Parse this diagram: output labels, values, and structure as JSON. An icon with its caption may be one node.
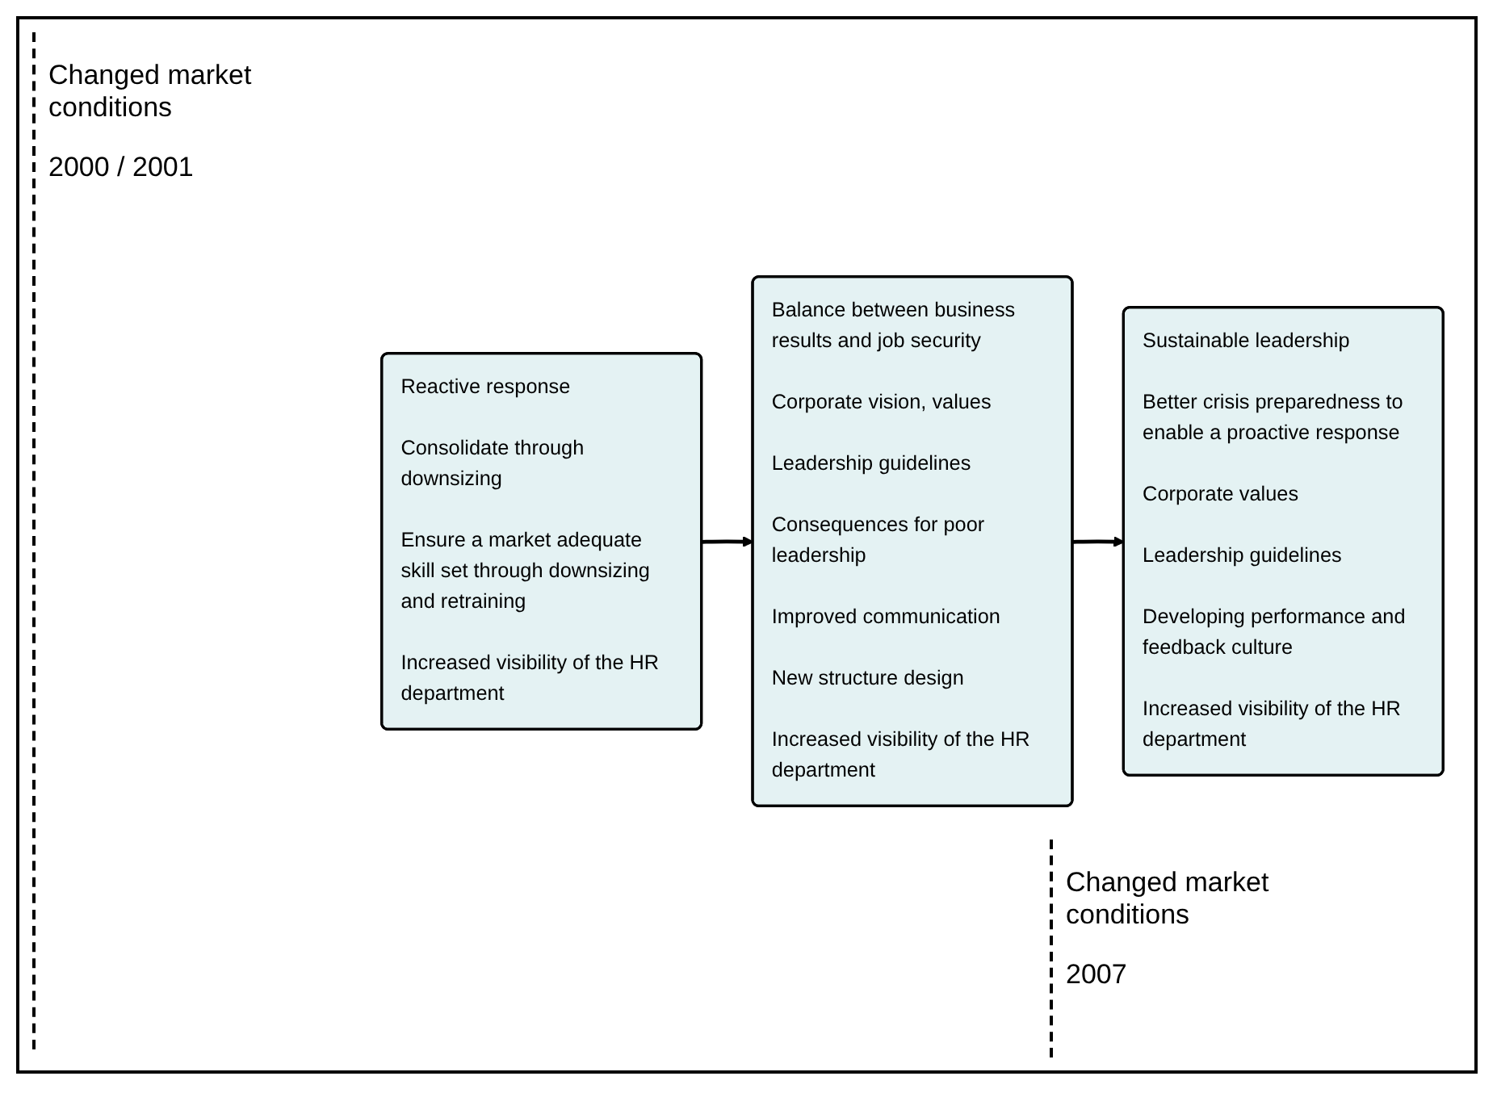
{
  "diagram": {
    "nodes": [
      {
        "text": [
          "Reactive response",
          "Consolidate through downsizing",
          "Ensure a market adequate skill set through downsizing and retraining",
          "Increased visibility of the HR department"
        ]
      },
      {
        "text": [
          "Balance between business results and job security",
          "Corporate vision, values",
          "Leadership guidelines",
          "Consequences for poor leadership",
          "Improved communication",
          "New structure design",
          "Increased visibility of the HR department"
        ]
      },
      {
        "text": [
          "Sustainable leadership",
          "Better crisis preparedness to enable a proactive response",
          "Corporate values",
          "Leadership guidelines",
          "Developing performance and feedback culture",
          "Increased visibility of the HR department"
        ]
      }
    ],
    "edges": [
      {
        "from": 0,
        "to": 1,
        "arrow": "to"
      },
      {
        "from": 1,
        "to": 2,
        "arrow": "to"
      }
    ],
    "labels": [
      "Changed market conditions",
      "2000 / 2001",
      "Changed market conditions",
      "2007"
    ]
  }
}
